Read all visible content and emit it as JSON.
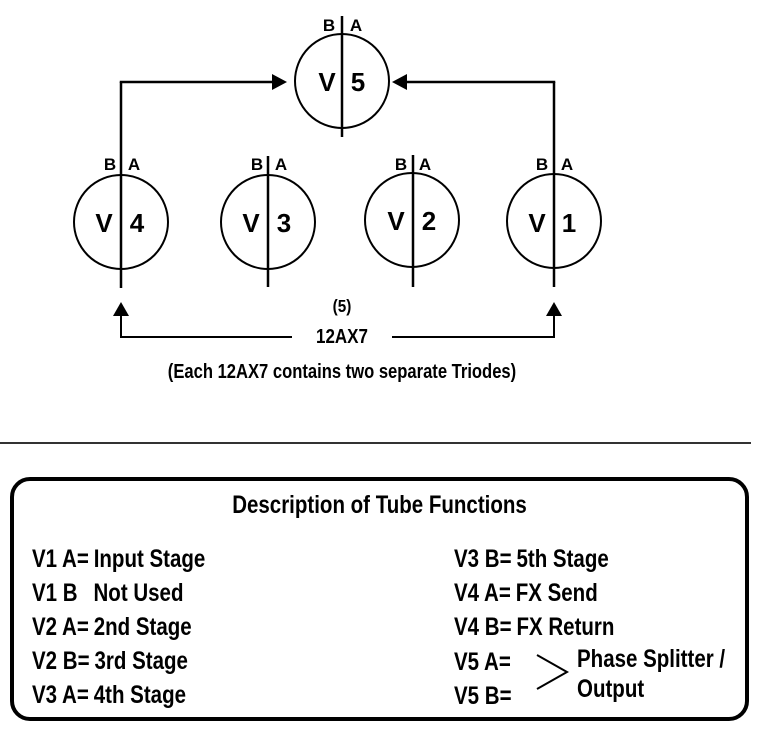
{
  "diagram": {
    "tubes": [
      {
        "id": "V5",
        "letter": "V",
        "number": "5",
        "side_b": "B",
        "side_a": "A"
      },
      {
        "id": "V4",
        "letter": "V",
        "number": "4",
        "side_b": "B",
        "side_a": "A"
      },
      {
        "id": "V3",
        "letter": "V",
        "number": "3",
        "side_b": "B",
        "side_a": "A"
      },
      {
        "id": "V2",
        "letter": "V",
        "number": "2",
        "side_b": "B",
        "side_a": "A"
      },
      {
        "id": "V1",
        "letter": "V",
        "number": "1",
        "side_b": "B",
        "side_a": "A"
      }
    ],
    "count_label": "(5)",
    "tube_type_label": "12AX7",
    "note": "(Each 12AX7 contains two separate Triodes)"
  },
  "legend": {
    "title": "Description of Tube Functions",
    "left_items": [
      {
        "key": "V1 A=",
        "value": "Input Stage"
      },
      {
        "key": "V1 B",
        "value": "Not Used"
      },
      {
        "key": "V2 A=",
        "value": "2nd Stage"
      },
      {
        "key": "V2 B=",
        "value": "3rd Stage"
      },
      {
        "key": "V3 A=",
        "value": "4th Stage"
      }
    ],
    "right_items": [
      {
        "key": "V3 B=",
        "value": "5th Stage"
      },
      {
        "key": "V4 A=",
        "value": "FX Send"
      },
      {
        "key": "V4 B=",
        "value": "FX Return"
      }
    ],
    "v5": {
      "key_a": "V5 A=",
      "key_b": "V5 B=",
      "desc_line1": "Phase Splitter /",
      "desc_line2": "Output"
    }
  }
}
